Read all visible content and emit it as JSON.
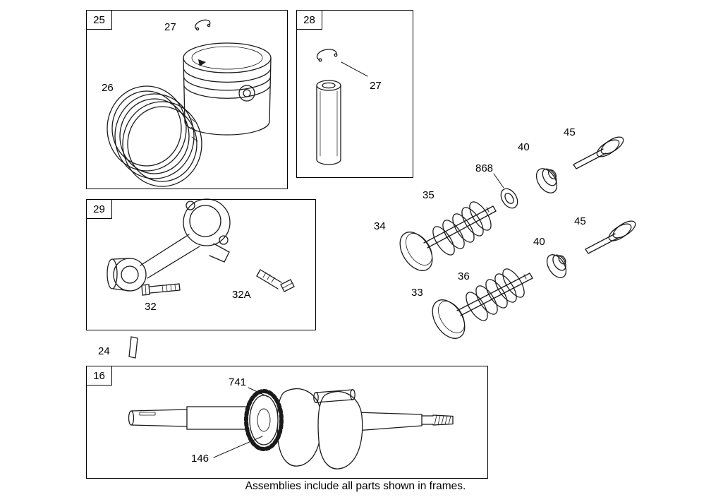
{
  "ink_color": "#1a1a1a",
  "frames": {
    "f25": "25",
    "f28": "28",
    "f29": "29",
    "f16": "16"
  },
  "labels": {
    "p27a": "27",
    "p26": "26",
    "p27b": "27",
    "p32": "32",
    "p32a": "32A",
    "p24": "24",
    "p741": "741",
    "p146": "146",
    "p34": "34",
    "p35": "35",
    "p868": "868",
    "p40a": "40",
    "p45a": "45",
    "p33": "33",
    "p36": "36",
    "p40b": "40",
    "p45b": "45"
  },
  "caption": "Assemblies include all parts shown in frames."
}
